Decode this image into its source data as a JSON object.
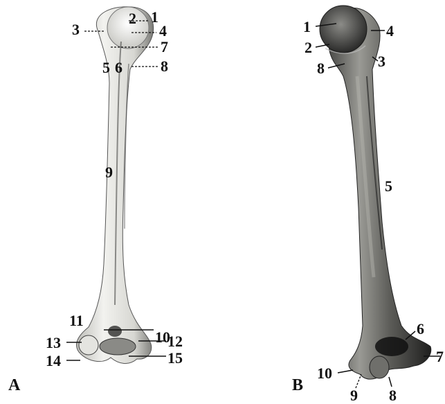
{
  "panels": {
    "a": {
      "letter": "A",
      "labels": {
        "l1": "1",
        "l2": "2",
        "l3": "3",
        "l4": "4",
        "l5": "5",
        "l6": "6",
        "l7": "7",
        "l8": "8",
        "l9": "9",
        "l10": "10",
        "l11": "11",
        "l12": "12",
        "l13": "13",
        "l14": "14",
        "l15": "15"
      }
    },
    "b": {
      "letter": "B",
      "labels": {
        "l1": "1",
        "l2": "2",
        "l3": "3",
        "l4": "4",
        "l5": "5",
        "l6": "6",
        "l7": "7",
        "l8": "8",
        "l9": "9",
        "l10": "10"
      }
    }
  },
  "colors": {
    "bone_light": "#e9e9e6",
    "bone_shadow": "#6e6e6a",
    "bone_dark": "#2b2b2a",
    "ink": "#111111"
  }
}
